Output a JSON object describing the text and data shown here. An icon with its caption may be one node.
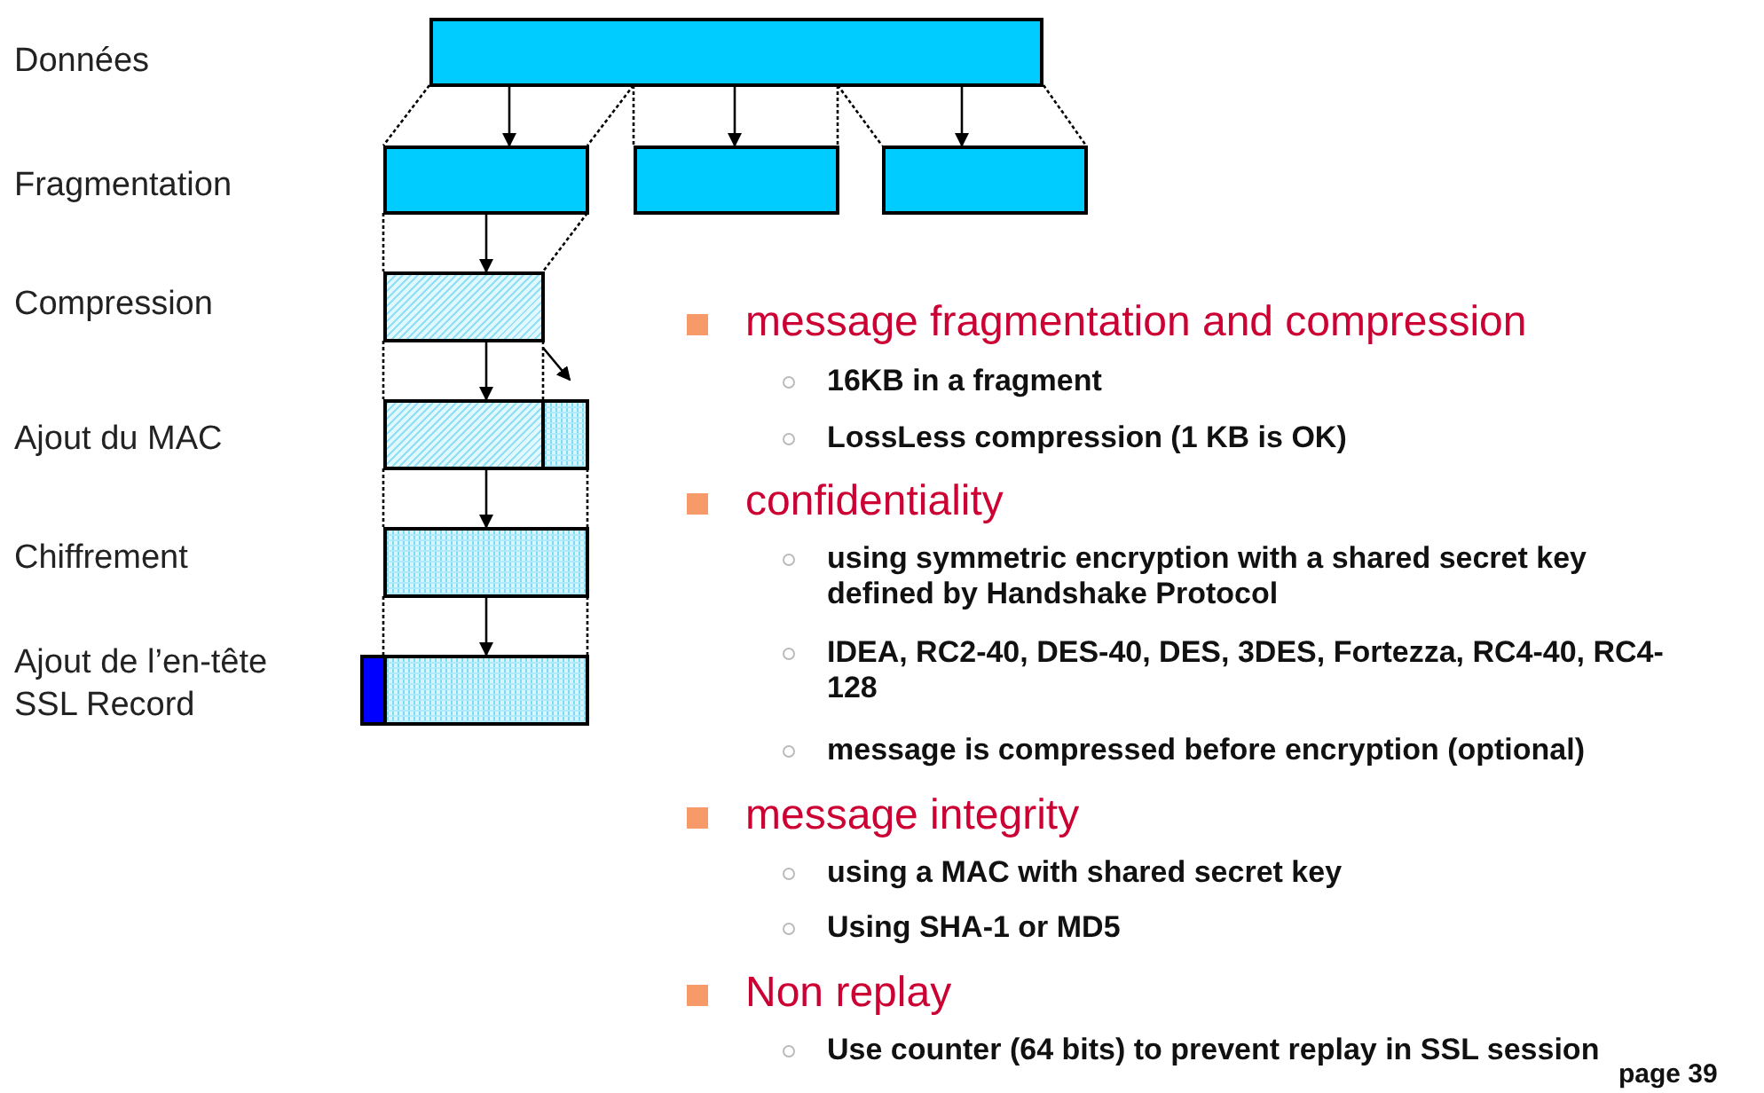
{
  "diagram": {
    "nodes": [
      {
        "text": [],
        "shape": "box"
      },
      {
        "text": [],
        "shape": "box"
      },
      {
        "text": [],
        "shape": "box"
      },
      {
        "text": [],
        "shape": "box"
      },
      {
        "text": [],
        "shape": "box"
      },
      {
        "text": [],
        "shape": "box"
      },
      {
        "text": [],
        "shape": "box"
      },
      {
        "text": [],
        "shape": "box"
      },
      {
        "text": [],
        "shape": "box"
      },
      {
        "text": [],
        "shape": "box"
      }
    ],
    "edges": [
      {
        "from": 0,
        "to": 1,
        "arrow": "to"
      },
      {
        "from": 0,
        "to": 2,
        "arrow": "to"
      },
      {
        "from": 0,
        "to": 3,
        "arrow": "to"
      },
      {
        "from": 1,
        "to": 4,
        "arrow": "to"
      },
      {
        "from": 4,
        "to": 5,
        "arrow": "to"
      },
      {
        "from": 4,
        "to": 6,
        "arrow": "to"
      },
      {
        "from": 5,
        "to": 7,
        "arrow": "to"
      },
      {
        "from": 7,
        "to": 9,
        "arrow": "to"
      },
      {
        "from": 0,
        "to": 1,
        "arrow": "none",
        "style": "dashed"
      },
      {
        "from": 0,
        "to": 1,
        "arrow": "none",
        "style": "dashed"
      },
      {
        "from": 0,
        "to": 2,
        "arrow": "none",
        "style": "dashed"
      },
      {
        "from": 0,
        "to": 2,
        "arrow": "none",
        "style": "dashed"
      },
      {
        "from": 0,
        "to": 3,
        "arrow": "none",
        "style": "dashed"
      },
      {
        "from": 0,
        "to": 3,
        "arrow": "none",
        "style": "dashed"
      },
      {
        "from": 1,
        "to": 4,
        "arrow": "none",
        "style": "dashed"
      },
      {
        "from": 1,
        "to": 4,
        "arrow": "none",
        "style": "dashed"
      },
      {
        "from": 4,
        "to": 5,
        "arrow": "none",
        "style": "dashed"
      },
      {
        "from": 4,
        "to": 5,
        "arrow": "none",
        "style": "dashed"
      },
      {
        "from": 5,
        "to": 7,
        "arrow": "none",
        "style": "dashed"
      },
      {
        "from": 6,
        "to": 7,
        "arrow": "none",
        "style": "dashed"
      },
      {
        "from": 7,
        "to": 9,
        "arrow": "none",
        "style": "dashed"
      },
      {
        "from": 7,
        "to": 9,
        "arrow": "none",
        "style": "dashed"
      }
    ],
    "labels": [
      "Données",
      "Fragmentation",
      "Compression",
      "Ajout du MAC",
      "Chiffrement",
      "Ajout de l’en-tête SSL Record",
      "message fragmentation and compression",
      "16KB in a fragment",
      "LossLess compression (1 KB is OK)",
      "confidentiality",
      "using symmetric encryption with a shared secret key defined by Handshake Protocol",
      "IDEA, RC2-40, DES-40, DES, 3DES, Fortezza, RC4-40, RC4-128",
      "message is compressed before encryption (optional)",
      "message integrity",
      "using a MAC with shared secret key",
      "Using SHA-1 or MD5",
      "Non replay",
      "Use counter (64 bits) to prevent replay in SSL session",
      "page 39"
    ]
  }
}
